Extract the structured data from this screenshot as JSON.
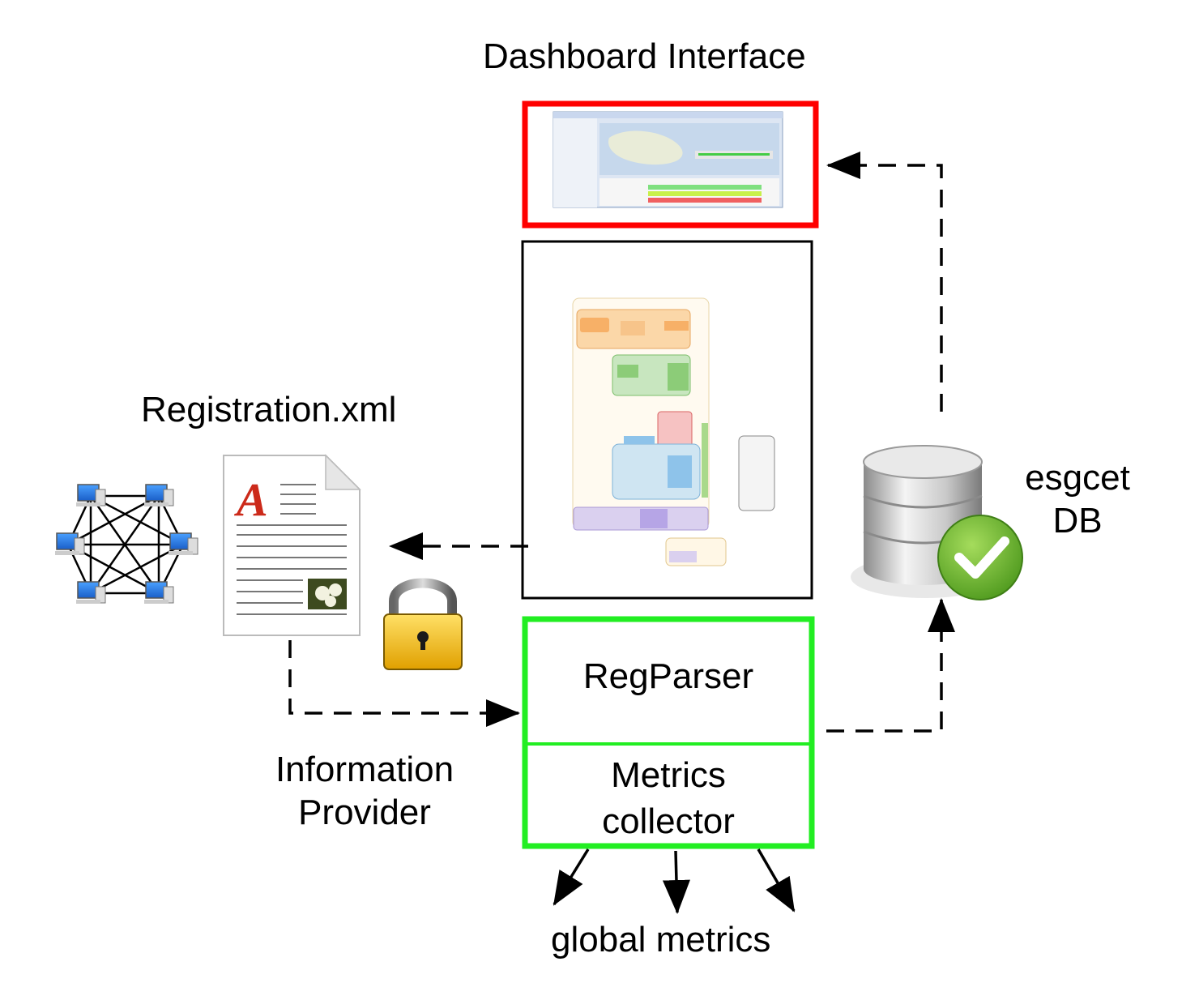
{
  "title": "Dashboard Interface",
  "registration_label": "Registration.xml",
  "info_provider": [
    "Information",
    "Provider"
  ],
  "db_label": [
    "esgcet",
    "DB"
  ],
  "regparser_label": "RegParser",
  "metrics_label": [
    "Metrics",
    "collector"
  ],
  "global_metrics_label": "global metrics",
  "colors": {
    "dashboard_border": "#ff0000",
    "parser_border": "#22ee22",
    "arrow": "#000000"
  },
  "icons": [
    "network-icon",
    "document-icon",
    "lock-icon",
    "database-icon",
    "checkmark-icon"
  ]
}
